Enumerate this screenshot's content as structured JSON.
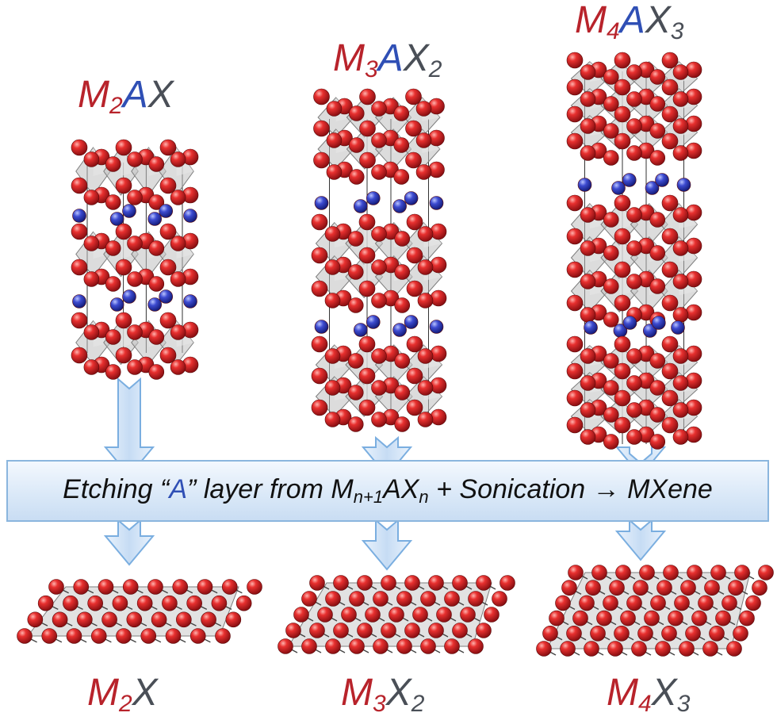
{
  "top_formulas": [
    {
      "m": "M",
      "m_sub": "2",
      "a": "A",
      "x": "X",
      "x_sub": ""
    },
    {
      "m": "M",
      "m_sub": "3",
      "a": "A",
      "x": "X",
      "x_sub": "2"
    },
    {
      "m": "M",
      "m_sub": "4",
      "a": "A",
      "x": "X",
      "x_sub": "3"
    }
  ],
  "bottom_formulas": [
    {
      "m": "M",
      "m_sub": "2",
      "x": "X",
      "x_sub": ""
    },
    {
      "m": "M",
      "m_sub": "3",
      "x": "X",
      "x_sub": "2"
    },
    {
      "m": "M",
      "m_sub": "4",
      "x": "X",
      "x_sub": "3"
    }
  ],
  "banner": {
    "pre": "Etching “",
    "a": "A",
    "mid": "” layer from M",
    "sub1": "n+1",
    "mid2": "AX",
    "sub2": "n",
    "post": " + Sonication → MXene"
  },
  "colors": {
    "metal_atom": "#d8262b",
    "a_atom": "#3a46c4",
    "octahedron": "#bfbfbf",
    "arrow_fill": "#cfe1f5",
    "arrow_stroke": "#7aaee0"
  }
}
